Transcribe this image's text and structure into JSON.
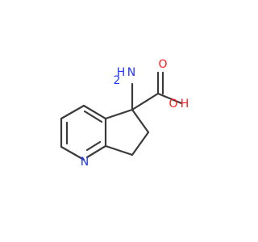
{
  "molecule": {
    "labels": {
      "amino_group": "NH2",
      "amino_hydrogen": "H",
      "amino_nitrogen": "N",
      "carboxyl_oxygen_hydroxyl": "OH",
      "hydroxyl_oxygen": "O",
      "hydroxyl_hydrogen": "H",
      "carbonyl_oxygen": "O",
      "ring_nitrogen": "N"
    }
  },
  "colors": {
    "bond": "#3a3a3a",
    "nitrogen": "#1f35ff",
    "oxygen": "#ff1a1a"
  }
}
